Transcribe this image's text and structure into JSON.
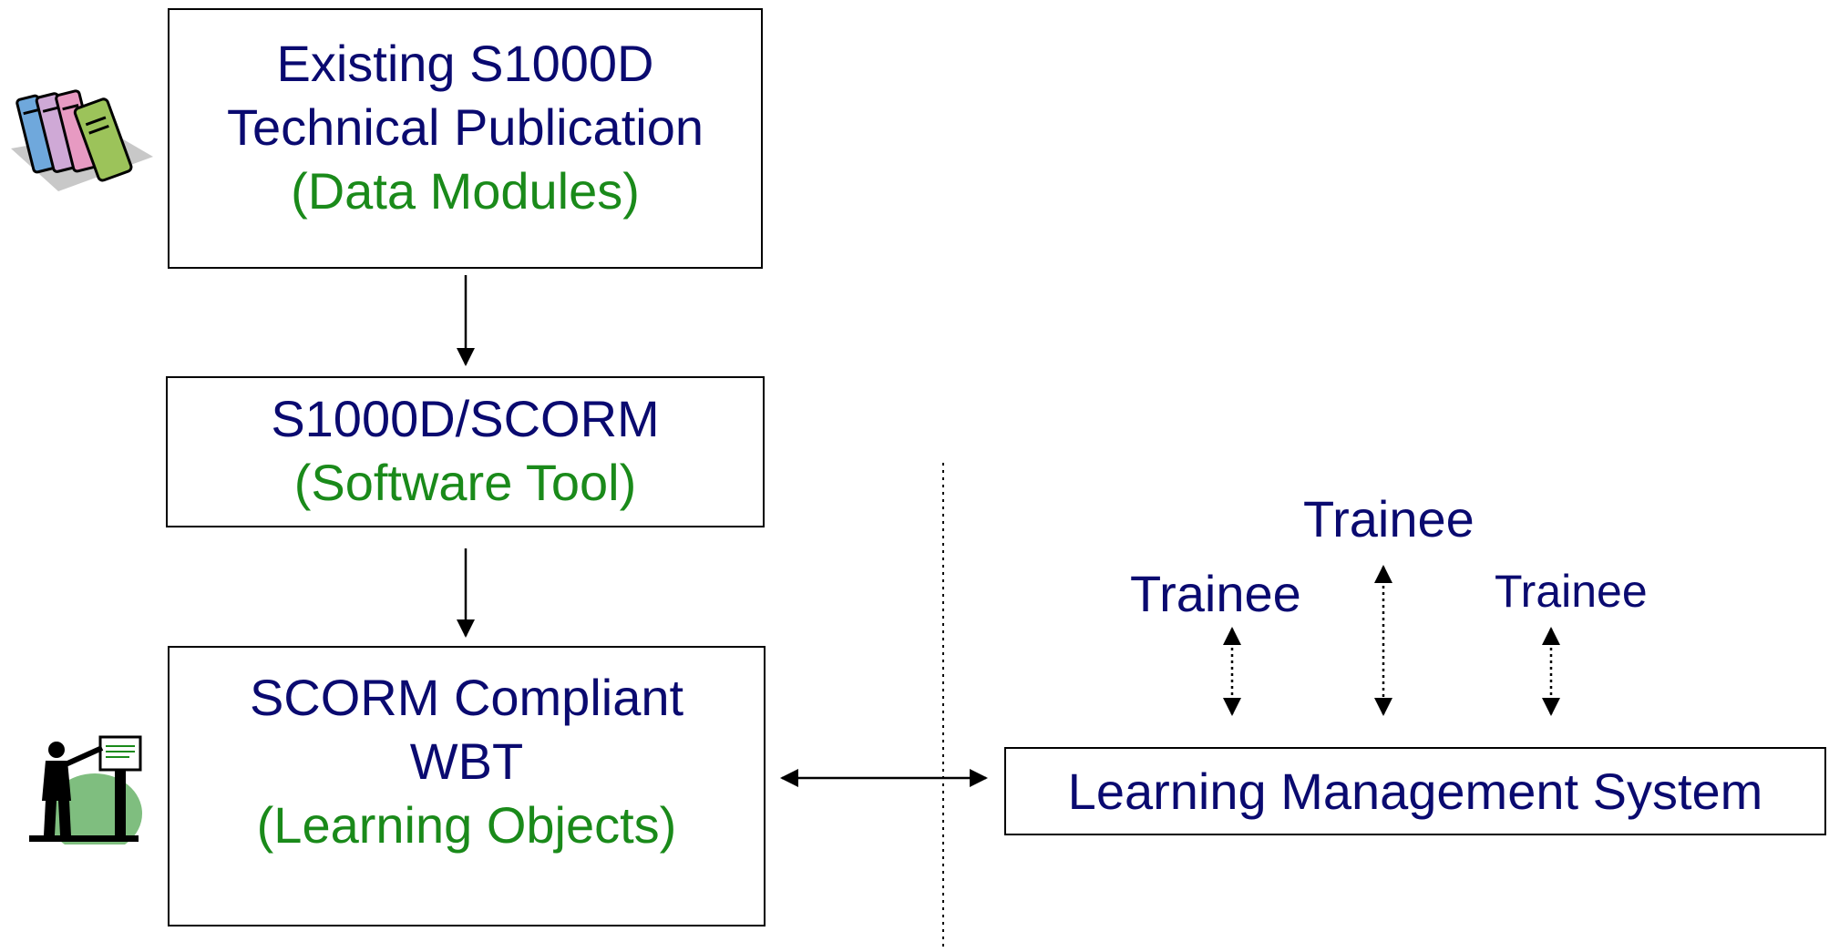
{
  "boxes": {
    "publication": {
      "line1": "Existing S1000D",
      "line2": "Technical Publication",
      "line3": "(Data Modules)"
    },
    "tool": {
      "line1": "S1000D/SCORM",
      "line2": "(Software Tool)"
    },
    "wbt": {
      "line1": "SCORM Compliant",
      "line2": "WBT",
      "line3": "(Learning Objects)"
    },
    "lms": {
      "label": "Learning Management System"
    }
  },
  "trainees": [
    "Trainee",
    "Trainee",
    "Trainee"
  ],
  "colors": {
    "navy": "#0a0a70",
    "green": "#1a8a1a",
    "border": "#000000"
  },
  "icons": [
    "books-icon",
    "presenter-icon"
  ]
}
